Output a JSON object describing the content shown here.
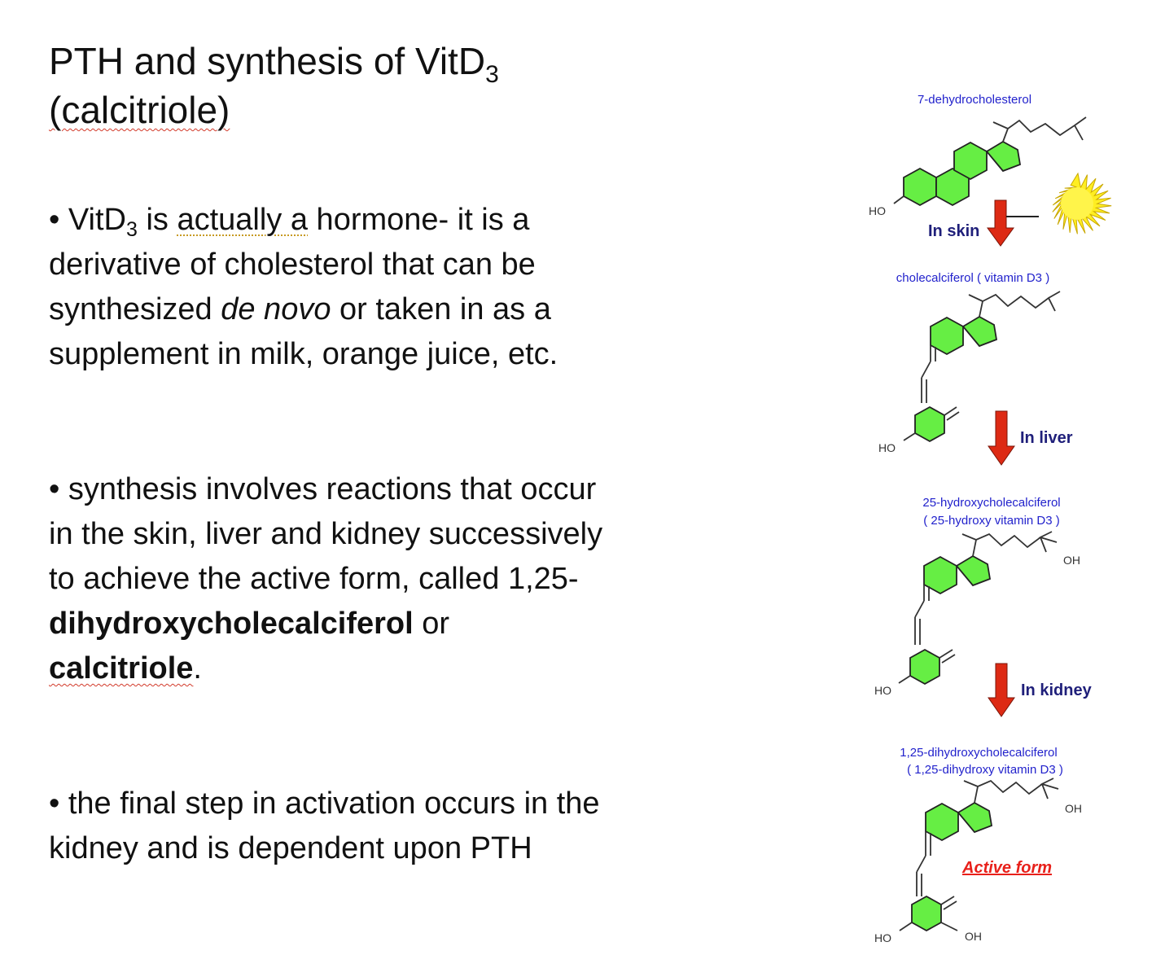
{
  "title": {
    "line1": "PTH and synthesis of VitD",
    "line1_sub": "3",
    "line2": "(calcitriole)"
  },
  "bullets": [
    {
      "b": "• ",
      "vit": "VitD",
      "sub": "3",
      "is": " is ",
      "actually_a": "actually a",
      "rest": " hormone- it is a derivative of cholesterol that can be synthesized ",
      "italic": "de novo",
      "tail": " or taken in as a supplement in milk, orange juice, etc."
    },
    {
      "text": "• synthesis involves reactions that occur in the skin, liver and kidney successively  to achieve the active form, called 1,25-",
      "bold1": "dihydroxycholecalciferol",
      "or": " or",
      "bold2": "calcitriole",
      "end": "."
    },
    {
      "text": "• the final step in activation occurs in the kidney and is dependent upon PTH"
    }
  ],
  "figure": {
    "captions": {
      "dehydro": "7-dehydrocholesterol",
      "chole": "cholecalciferol ( vitamin D3 )",
      "hydroxy_1": "25-hydroxycholecalciferol",
      "hydroxy_2": "( 25-hydroxy vitamin D3 )",
      "dihydroxy_1": "1,25-dihydroxycholecalciferol",
      "dihydroxy_2": "( 1,25-dihydroxy vitamin D3 )"
    },
    "sites": {
      "skin": "In skin",
      "liver": "In liver",
      "kidney": "In kidney"
    },
    "groups": {
      "ho": "HO",
      "oh": "OH"
    },
    "active_form": "Active form",
    "colors": {
      "ring_fill": "#66ee44",
      "arrow": "#dd2a14",
      "caption": "#2222cc",
      "site_label": "#1f1f7a",
      "active": "#e8201a",
      "sun": "#ffee22"
    },
    "icons": [
      "sun-icon",
      "down-arrow-icon"
    ]
  }
}
